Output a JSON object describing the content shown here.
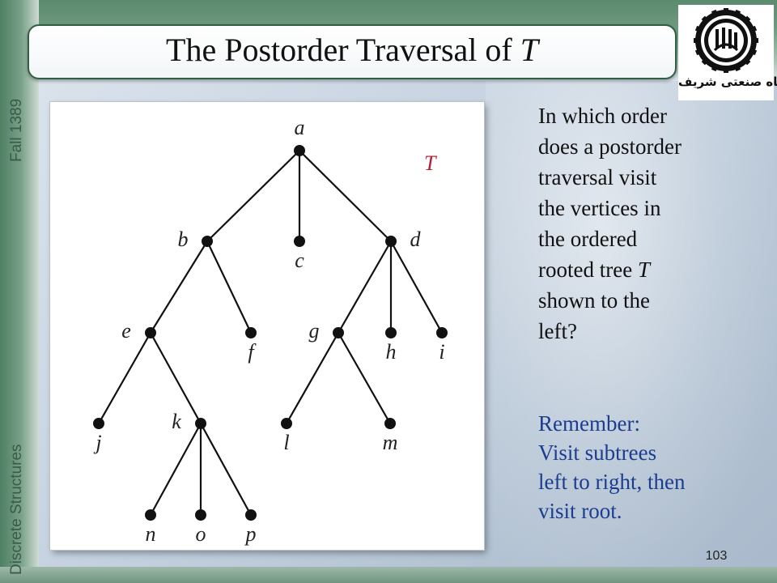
{
  "slide": {
    "title_text": "The Postorder Traversal of ",
    "title_italic": "T",
    "side_course": "Discrete Structures",
    "side_term": "Fall 1389",
    "page_number": "103",
    "logo_caption": "دانشگاه صنعتی شریف"
  },
  "question": {
    "lines": [
      "In which order",
      "does a postorder",
      "traversal visit",
      "the vertices in",
      "the ordered"
    ],
    "line6_prefix": "rooted tree ",
    "line6_italic": "T",
    "line7": "shown to the",
    "line8": "left?"
  },
  "remember": {
    "lines": [
      "Remember:",
      "Visit subtrees",
      "left to right, then",
      "visit root."
    ]
  },
  "tree": {
    "label": "T",
    "colors": {
      "edge": "#111111",
      "node": "#111111",
      "label": "#222222",
      "tree_label": "#b22234"
    },
    "nodes": [
      {
        "id": "a",
        "label": "a",
        "label_pos": "above"
      },
      {
        "id": "b",
        "label": "b",
        "label_pos": "left"
      },
      {
        "id": "c",
        "label": "c",
        "label_pos": "below"
      },
      {
        "id": "d",
        "label": "d",
        "label_pos": "right"
      },
      {
        "id": "e",
        "label": "e",
        "label_pos": "left"
      },
      {
        "id": "f",
        "label": "f",
        "label_pos": "below"
      },
      {
        "id": "g",
        "label": "g",
        "label_pos": "left"
      },
      {
        "id": "h",
        "label": "h",
        "label_pos": "below"
      },
      {
        "id": "i",
        "label": "i",
        "label_pos": "below"
      },
      {
        "id": "j",
        "label": "j",
        "label_pos": "below"
      },
      {
        "id": "k",
        "label": "k",
        "label_pos": "left"
      },
      {
        "id": "l",
        "label": "l",
        "label_pos": "below"
      },
      {
        "id": "m",
        "label": "m",
        "label_pos": "below"
      },
      {
        "id": "n",
        "label": "n",
        "label_pos": "below"
      },
      {
        "id": "o",
        "label": "o",
        "label_pos": "below"
      },
      {
        "id": "p",
        "label": "p",
        "label_pos": "below"
      }
    ],
    "edges": [
      [
        "a",
        "b"
      ],
      [
        "a",
        "c"
      ],
      [
        "a",
        "d"
      ],
      [
        "b",
        "e"
      ],
      [
        "b",
        "f"
      ],
      [
        "d",
        "g"
      ],
      [
        "d",
        "h"
      ],
      [
        "d",
        "i"
      ],
      [
        "e",
        "j"
      ],
      [
        "e",
        "k"
      ],
      [
        "g",
        "l"
      ],
      [
        "g",
        "m"
      ],
      [
        "k",
        "n"
      ],
      [
        "k",
        "o"
      ],
      [
        "k",
        "p"
      ]
    ]
  }
}
